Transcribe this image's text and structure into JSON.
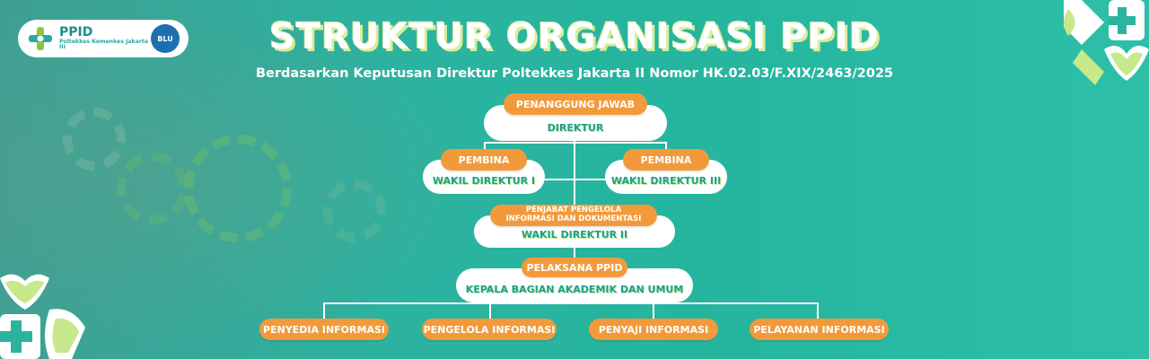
{
  "brand": {
    "name": "PPID",
    "tagline": "Poltekkes Kemenkes Jakarta III",
    "badge": "BLU"
  },
  "title": "STRUKTUR ORGANISASI PPID",
  "subtitle": "Berdasarkan Keputusan Direktur Poltekkes Jakarta II Nomor HK.02.03/F.XIX/2463/2025",
  "org": {
    "penanggung_jawab": {
      "role": "PENANGGUNG JAWAB",
      "name": "DIREKTUR"
    },
    "pembina_left": {
      "role": "PEMBINA",
      "name": "WAKIL DIREKTUR I"
    },
    "pembina_right": {
      "role": "PEMBINA",
      "name": "WAKIL DIREKTUR III"
    },
    "pejabat": {
      "role": "PENJABAT PENGELOLA INFORMASI DAN DOKUMENTASI",
      "name": "WAKIL DIREKTUR II"
    },
    "pelaksana": {
      "role": "PELAKSANA PPID",
      "name": "KEPALA BAGIAN AKADEMIK DAN UMUM"
    },
    "units": [
      "PENYEDIA INFORMASI",
      "PENGELOLA INFORMASI",
      "PENYAJI INFORMASI",
      "PELAYANAN INFORMASI"
    ]
  },
  "colors": {
    "background": "#2bb3a0",
    "orange": "#f29a3b",
    "teal_text": "#1aa198",
    "lime": "#c7e88b"
  }
}
